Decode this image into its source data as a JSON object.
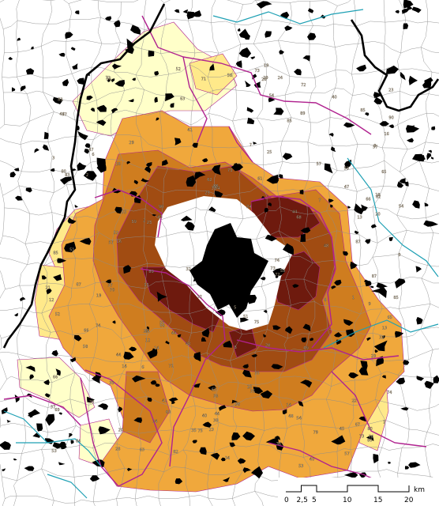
{
  "map": {
    "colors": {
      "background": "#ffffff",
      "commune_border": "#8c8c8c",
      "district_border": "#b0228f",
      "county_border": "#1ea0b4",
      "state_border": "#000000",
      "built_up": "#000000",
      "class_1": "#ffffc9",
      "class_2": "#ffe98a",
      "class_3": "#f0a83c",
      "class_4": "#cf7d1f",
      "class_5": "#a14c12",
      "class_6": "#6e1a0e"
    },
    "scale_bar": {
      "ticks": [
        "0",
        "2,5",
        "5",
        "10",
        "15",
        "20"
      ],
      "unit": "km"
    }
  }
}
